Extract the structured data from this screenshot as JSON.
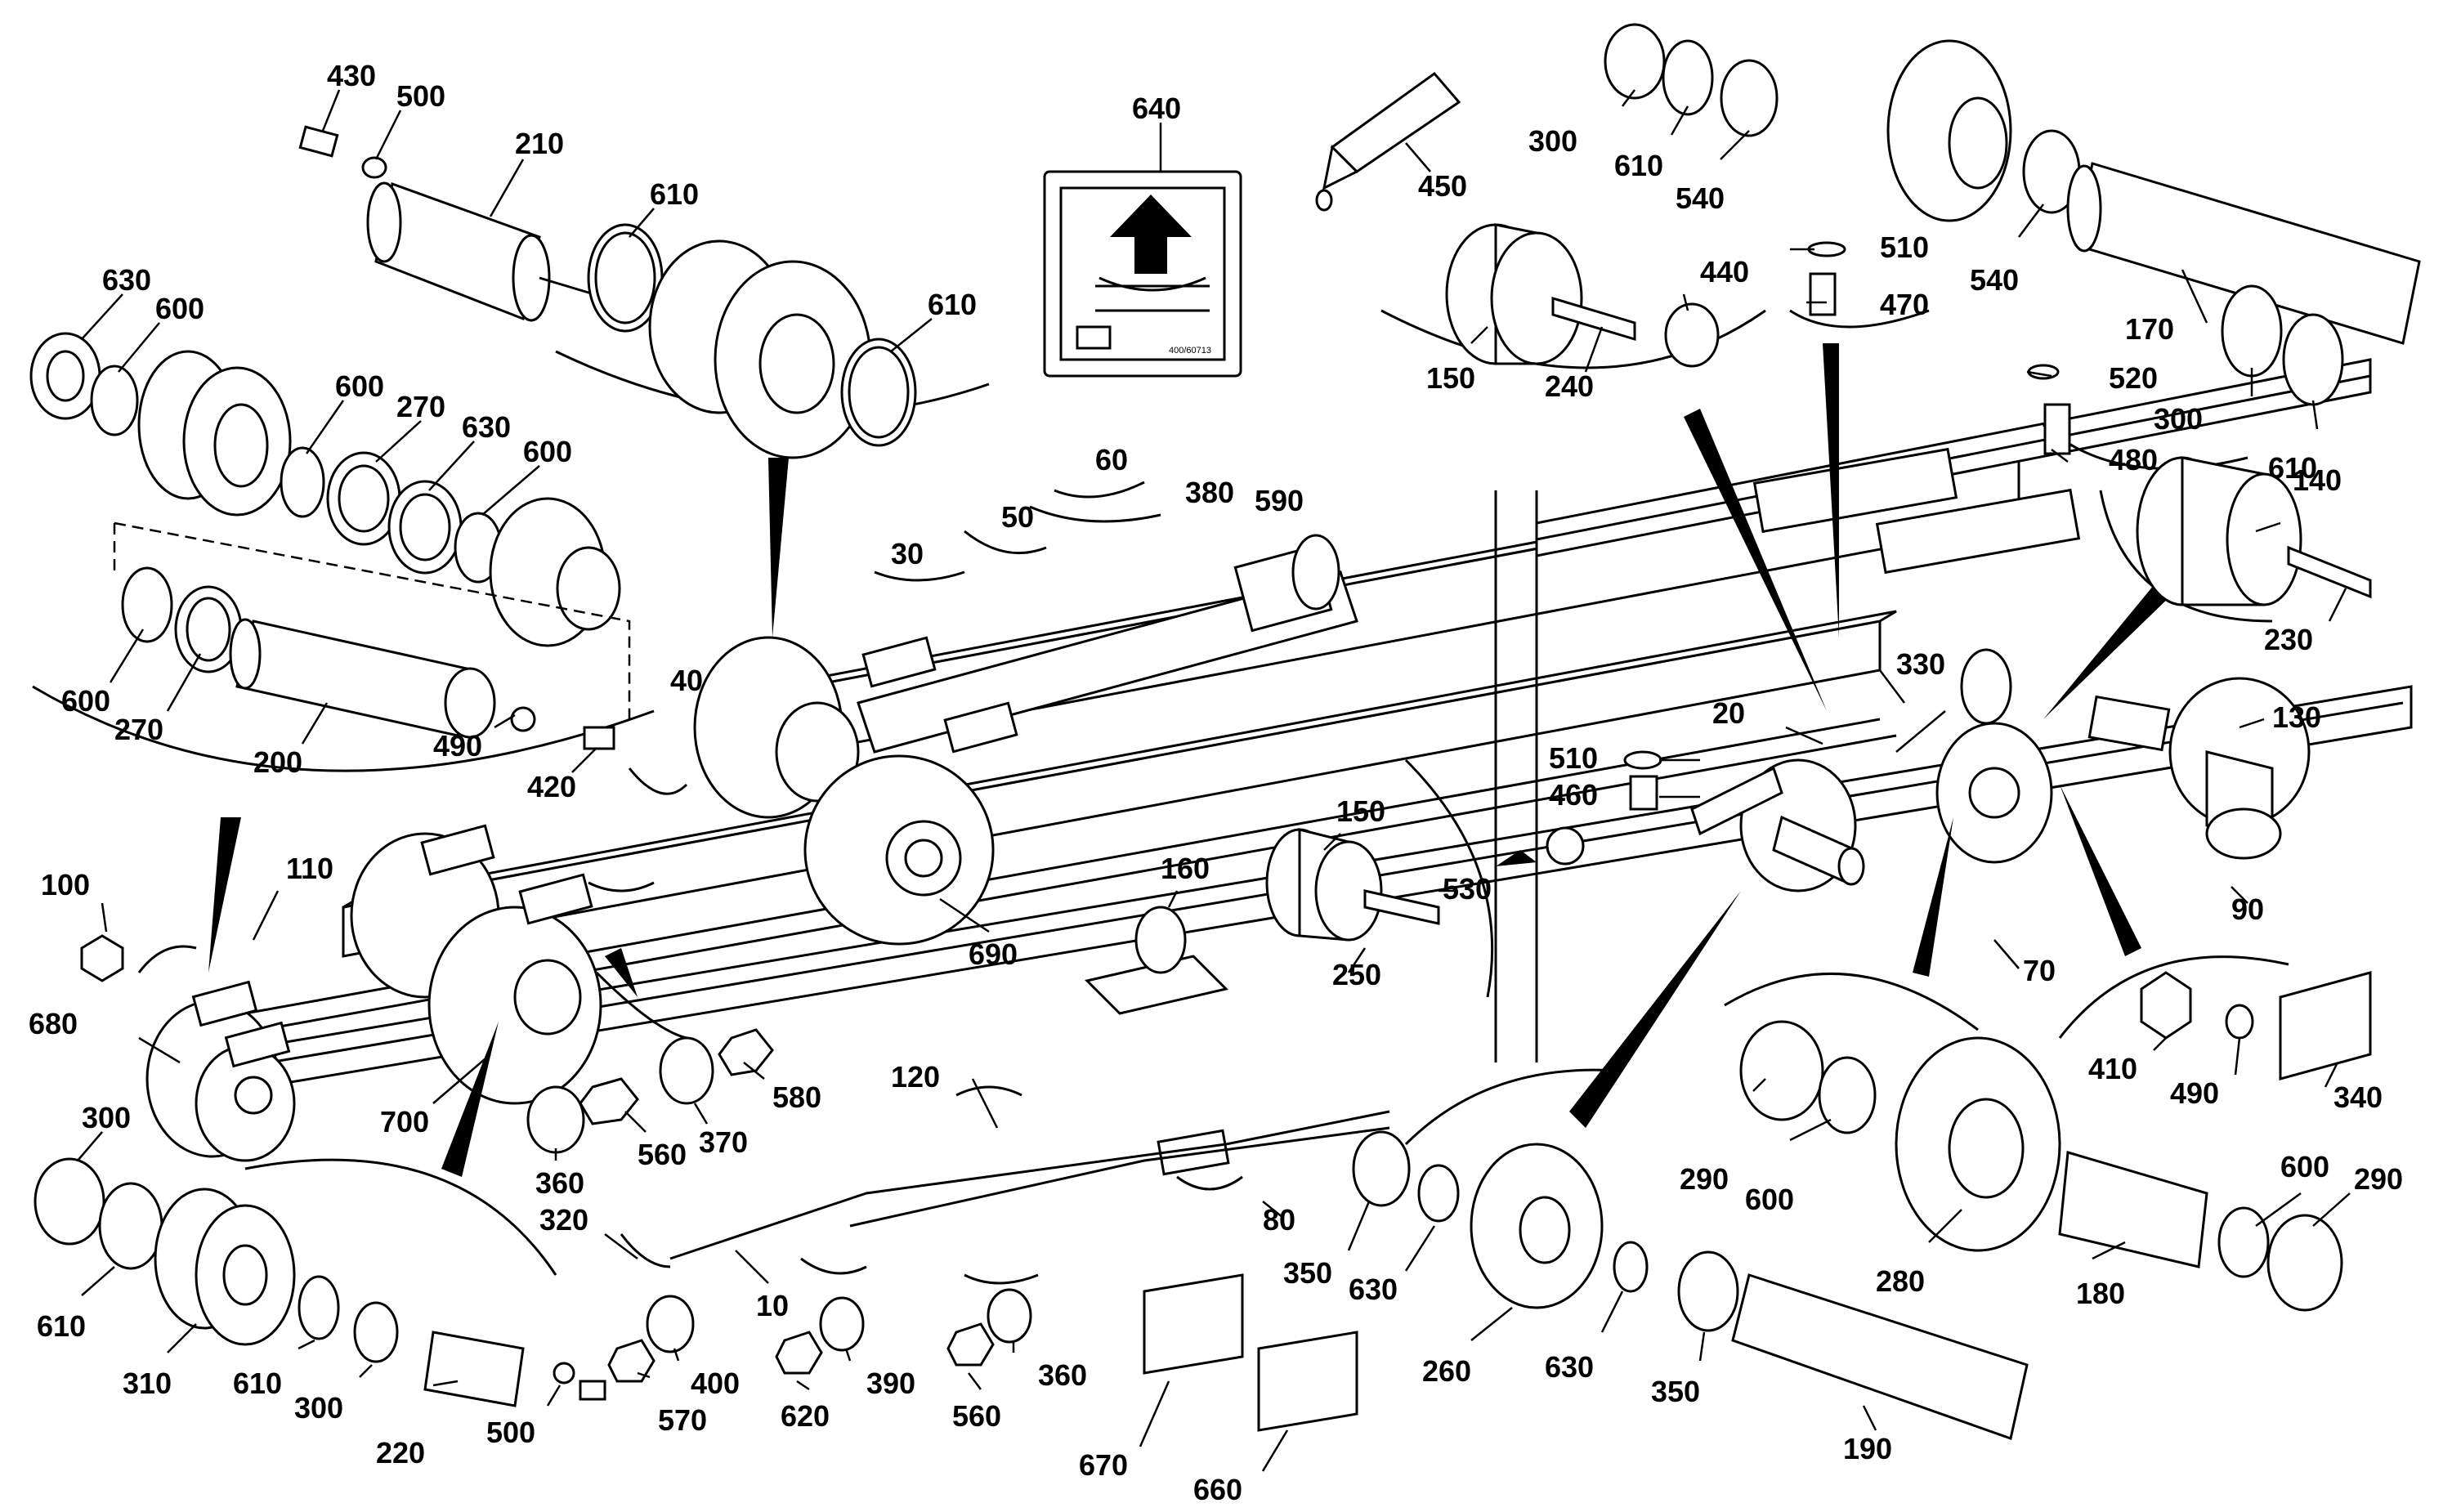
{
  "diagram": {
    "decal": {
      "code": "400/60713"
    },
    "labels": [
      {
        "id": "430",
        "text": "430"
      },
      {
        "id": "500a",
        "text": "500"
      },
      {
        "id": "210",
        "text": "210"
      },
      {
        "id": "610a",
        "text": "610"
      },
      {
        "id": "610b",
        "text": "610"
      },
      {
        "id": "630a",
        "text": "630"
      },
      {
        "id": "600a",
        "text": "600"
      },
      {
        "id": "600b",
        "text": "600"
      },
      {
        "id": "270a",
        "text": "270"
      },
      {
        "id": "630b",
        "text": "630"
      },
      {
        "id": "600c",
        "text": "600"
      },
      {
        "id": "600d",
        "text": "600"
      },
      {
        "id": "270b",
        "text": "270"
      },
      {
        "id": "200",
        "text": "200"
      },
      {
        "id": "490a",
        "text": "490"
      },
      {
        "id": "420",
        "text": "420"
      },
      {
        "id": "40",
        "text": "40"
      },
      {
        "id": "30",
        "text": "30"
      },
      {
        "id": "50",
        "text": "50"
      },
      {
        "id": "60",
        "text": "60"
      },
      {
        "id": "380",
        "text": "380"
      },
      {
        "id": "590",
        "text": "590"
      },
      {
        "id": "640",
        "text": "640"
      },
      {
        "id": "450",
        "text": "450"
      },
      {
        "id": "300a",
        "text": "300"
      },
      {
        "id": "610c",
        "text": "610"
      },
      {
        "id": "540a",
        "text": "540"
      },
      {
        "id": "540b",
        "text": "540"
      },
      {
        "id": "510a",
        "text": "510"
      },
      {
        "id": "470",
        "text": "470"
      },
      {
        "id": "440",
        "text": "440"
      },
      {
        "id": "150a",
        "text": "150"
      },
      {
        "id": "240",
        "text": "240"
      },
      {
        "id": "170",
        "text": "170"
      },
      {
        "id": "300b",
        "text": "300"
      },
      {
        "id": "610d",
        "text": "610"
      },
      {
        "id": "520",
        "text": "520"
      },
      {
        "id": "480",
        "text": "480"
      },
      {
        "id": "140",
        "text": "140"
      },
      {
        "id": "230",
        "text": "230"
      },
      {
        "id": "330",
        "text": "330"
      },
      {
        "id": "20",
        "text": "20"
      },
      {
        "id": "510b",
        "text": "510"
      },
      {
        "id": "460",
        "text": "460"
      },
      {
        "id": "130",
        "text": "130"
      },
      {
        "id": "100",
        "text": "100"
      },
      {
        "id": "110",
        "text": "110"
      },
      {
        "id": "680",
        "text": "680"
      },
      {
        "id": "150b",
        "text": "150"
      },
      {
        "id": "160",
        "text": "160"
      },
      {
        "id": "530",
        "text": "530"
      },
      {
        "id": "250",
        "text": "250"
      },
      {
        "id": "690",
        "text": "690"
      },
      {
        "id": "90",
        "text": "90"
      },
      {
        "id": "70",
        "text": "70"
      },
      {
        "id": "700",
        "text": "700"
      },
      {
        "id": "580",
        "text": "580"
      },
      {
        "id": "560a",
        "text": "560"
      },
      {
        "id": "370",
        "text": "370"
      },
      {
        "id": "360a",
        "text": "360"
      },
      {
        "id": "410",
        "text": "410"
      },
      {
        "id": "490b",
        "text": "490"
      },
      {
        "id": "340",
        "text": "340"
      },
      {
        "id": "120",
        "text": "120"
      },
      {
        "id": "290a",
        "text": "290"
      },
      {
        "id": "600e",
        "text": "600"
      },
      {
        "id": "600f",
        "text": "600"
      },
      {
        "id": "290b",
        "text": "290"
      },
      {
        "id": "300c",
        "text": "300"
      },
      {
        "id": "320",
        "text": "320"
      },
      {
        "id": "80",
        "text": "80"
      },
      {
        "id": "350a",
        "text": "350"
      },
      {
        "id": "630c",
        "text": "630"
      },
      {
        "id": "280",
        "text": "280"
      },
      {
        "id": "180",
        "text": "180"
      },
      {
        "id": "610e",
        "text": "610"
      },
      {
        "id": "310",
        "text": "310"
      },
      {
        "id": "610f",
        "text": "610"
      },
      {
        "id": "300d",
        "text": "300"
      },
      {
        "id": "10",
        "text": "10"
      },
      {
        "id": "400",
        "text": "400"
      },
      {
        "id": "390",
        "text": "390"
      },
      {
        "id": "360b",
        "text": "360"
      },
      {
        "id": "260",
        "text": "260"
      },
      {
        "id": "630d",
        "text": "630"
      },
      {
        "id": "350b",
        "text": "350"
      },
      {
        "id": "220",
        "text": "220"
      },
      {
        "id": "500b",
        "text": "500"
      },
      {
        "id": "570",
        "text": "570"
      },
      {
        "id": "620",
        "text": "620"
      },
      {
        "id": "560b",
        "text": "560"
      },
      {
        "id": "190",
        "text": "190"
      },
      {
        "id": "670",
        "text": "670"
      },
      {
        "id": "660",
        "text": "660"
      }
    ]
  }
}
